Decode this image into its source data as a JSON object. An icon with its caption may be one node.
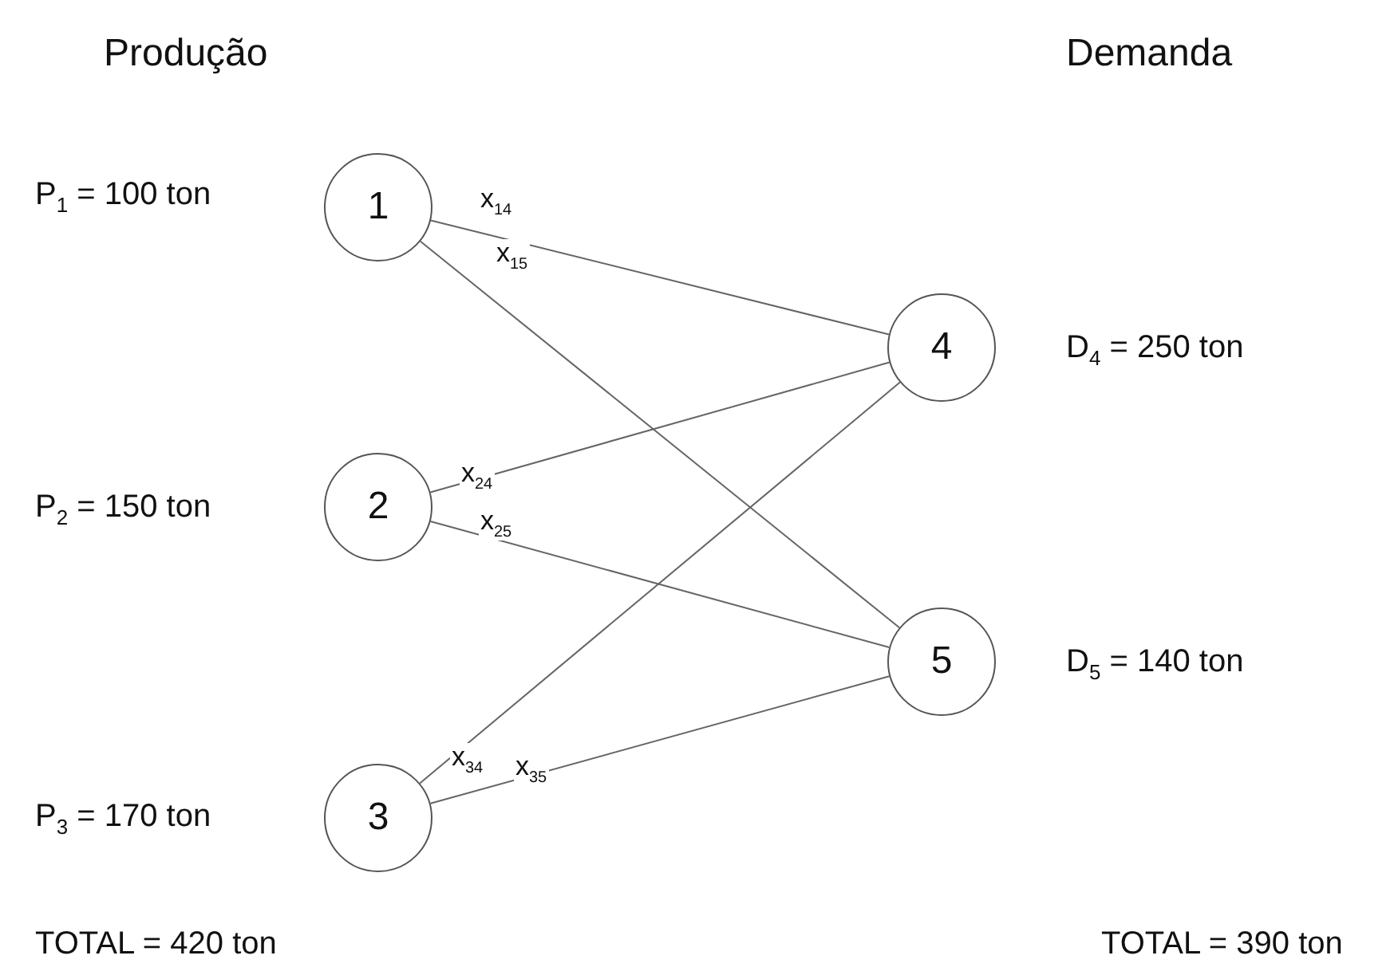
{
  "diagram": {
    "nodes": [
      {
        "text": [
          "1"
        ],
        "beside": [
          "P$_{1}$ = 100 ton"
        ]
      },
      {
        "text": [
          "2"
        ],
        "beside": [
          "P$_{2}$ = 150 ton"
        ]
      },
      {
        "text": [
          "3"
        ],
        "beside": [
          "P$_{3}$ = 170 ton"
        ]
      },
      {
        "text": [
          "4"
        ],
        "beside": [
          "D$_{4}$ = 250 ton"
        ]
      },
      {
        "text": [
          "5"
        ],
        "beside": [
          "D$_{5}$ = 140 ton"
        ]
      }
    ],
    "edges": [
      {
        "from": 0,
        "to": 3,
        "arrow": "none",
        "label": "x$_{14}$"
      },
      {
        "from": 0,
        "to": 4,
        "arrow": "none",
        "label": "x$_{15}$"
      },
      {
        "from": 1,
        "to": 3,
        "arrow": "none",
        "label": "x$_{24}$"
      },
      {
        "from": 1,
        "to": 4,
        "arrow": "none",
        "label": "x$_{25}$"
      },
      {
        "from": 2,
        "to": 3,
        "arrow": "none",
        "label": "x$_{34}$"
      },
      {
        "from": 2,
        "to": 4,
        "arrow": "none",
        "label": "x$_{35}$"
      }
    ],
    "labels": [
      "Produção",
      "Demanda",
      "TOTAL = 420 ton",
      "TOTAL = 390 ton"
    ]
  }
}
